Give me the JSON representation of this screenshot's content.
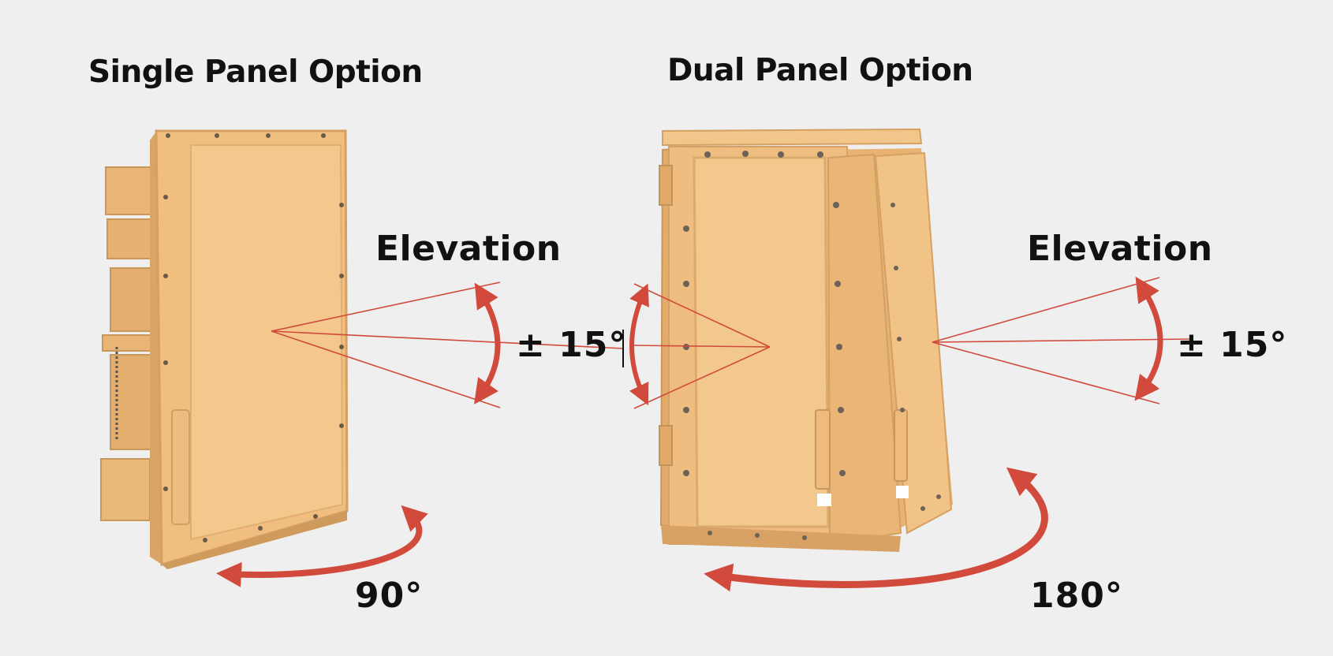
{
  "single_panel": {
    "title": "Single Panel Option",
    "elevation_label": "Elevation",
    "elevation_range": "± 15°",
    "azimuth_range": "90°"
  },
  "dual_panel": {
    "title": "Dual Panel Option",
    "elevation_label": "Elevation",
    "elevation_range": "± 15°",
    "azimuth_range": "180°"
  },
  "colors": {
    "background": "#f0efef",
    "arrow": "#d14a3c",
    "panel": "#f0bf80",
    "panel_light": "#f6cf96",
    "panel_shadow": "#d4a063",
    "text": "#111111"
  }
}
